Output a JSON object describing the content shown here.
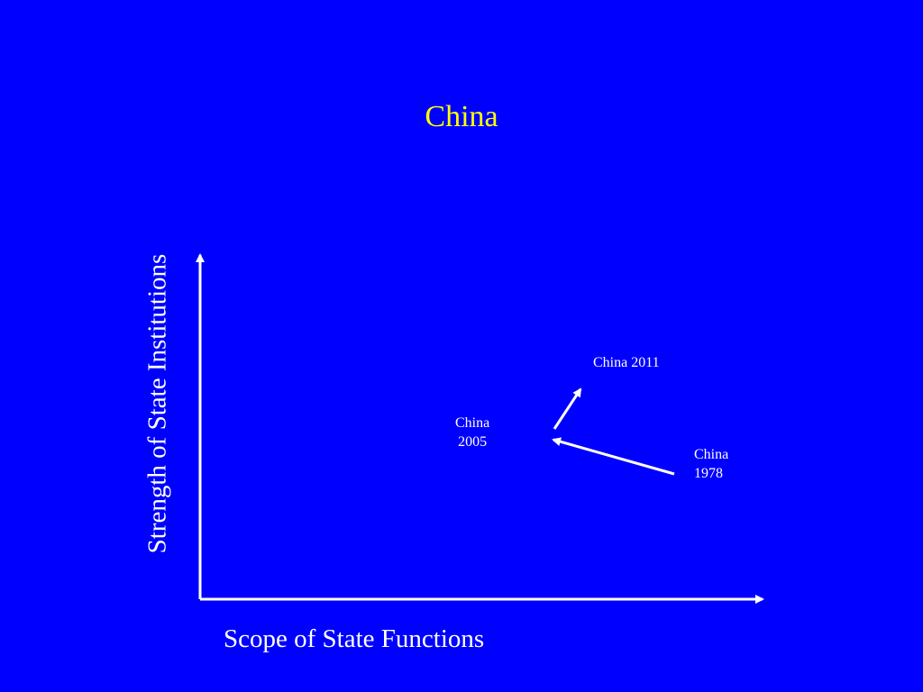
{
  "title": "China",
  "x_axis_label": "Scope of State Functions",
  "y_axis_label": "Strength of State Institutions",
  "points": {
    "china_2011": "China 2011",
    "china_2005_line1": "China",
    "china_2005_line2": "2005",
    "china_1978_line1": "China",
    "china_1978_line2": "1978"
  },
  "colors": {
    "background": "#0000FF",
    "title": "#FFFF00",
    "text": "#FFFFFF",
    "lines": "#FFFFFF"
  }
}
